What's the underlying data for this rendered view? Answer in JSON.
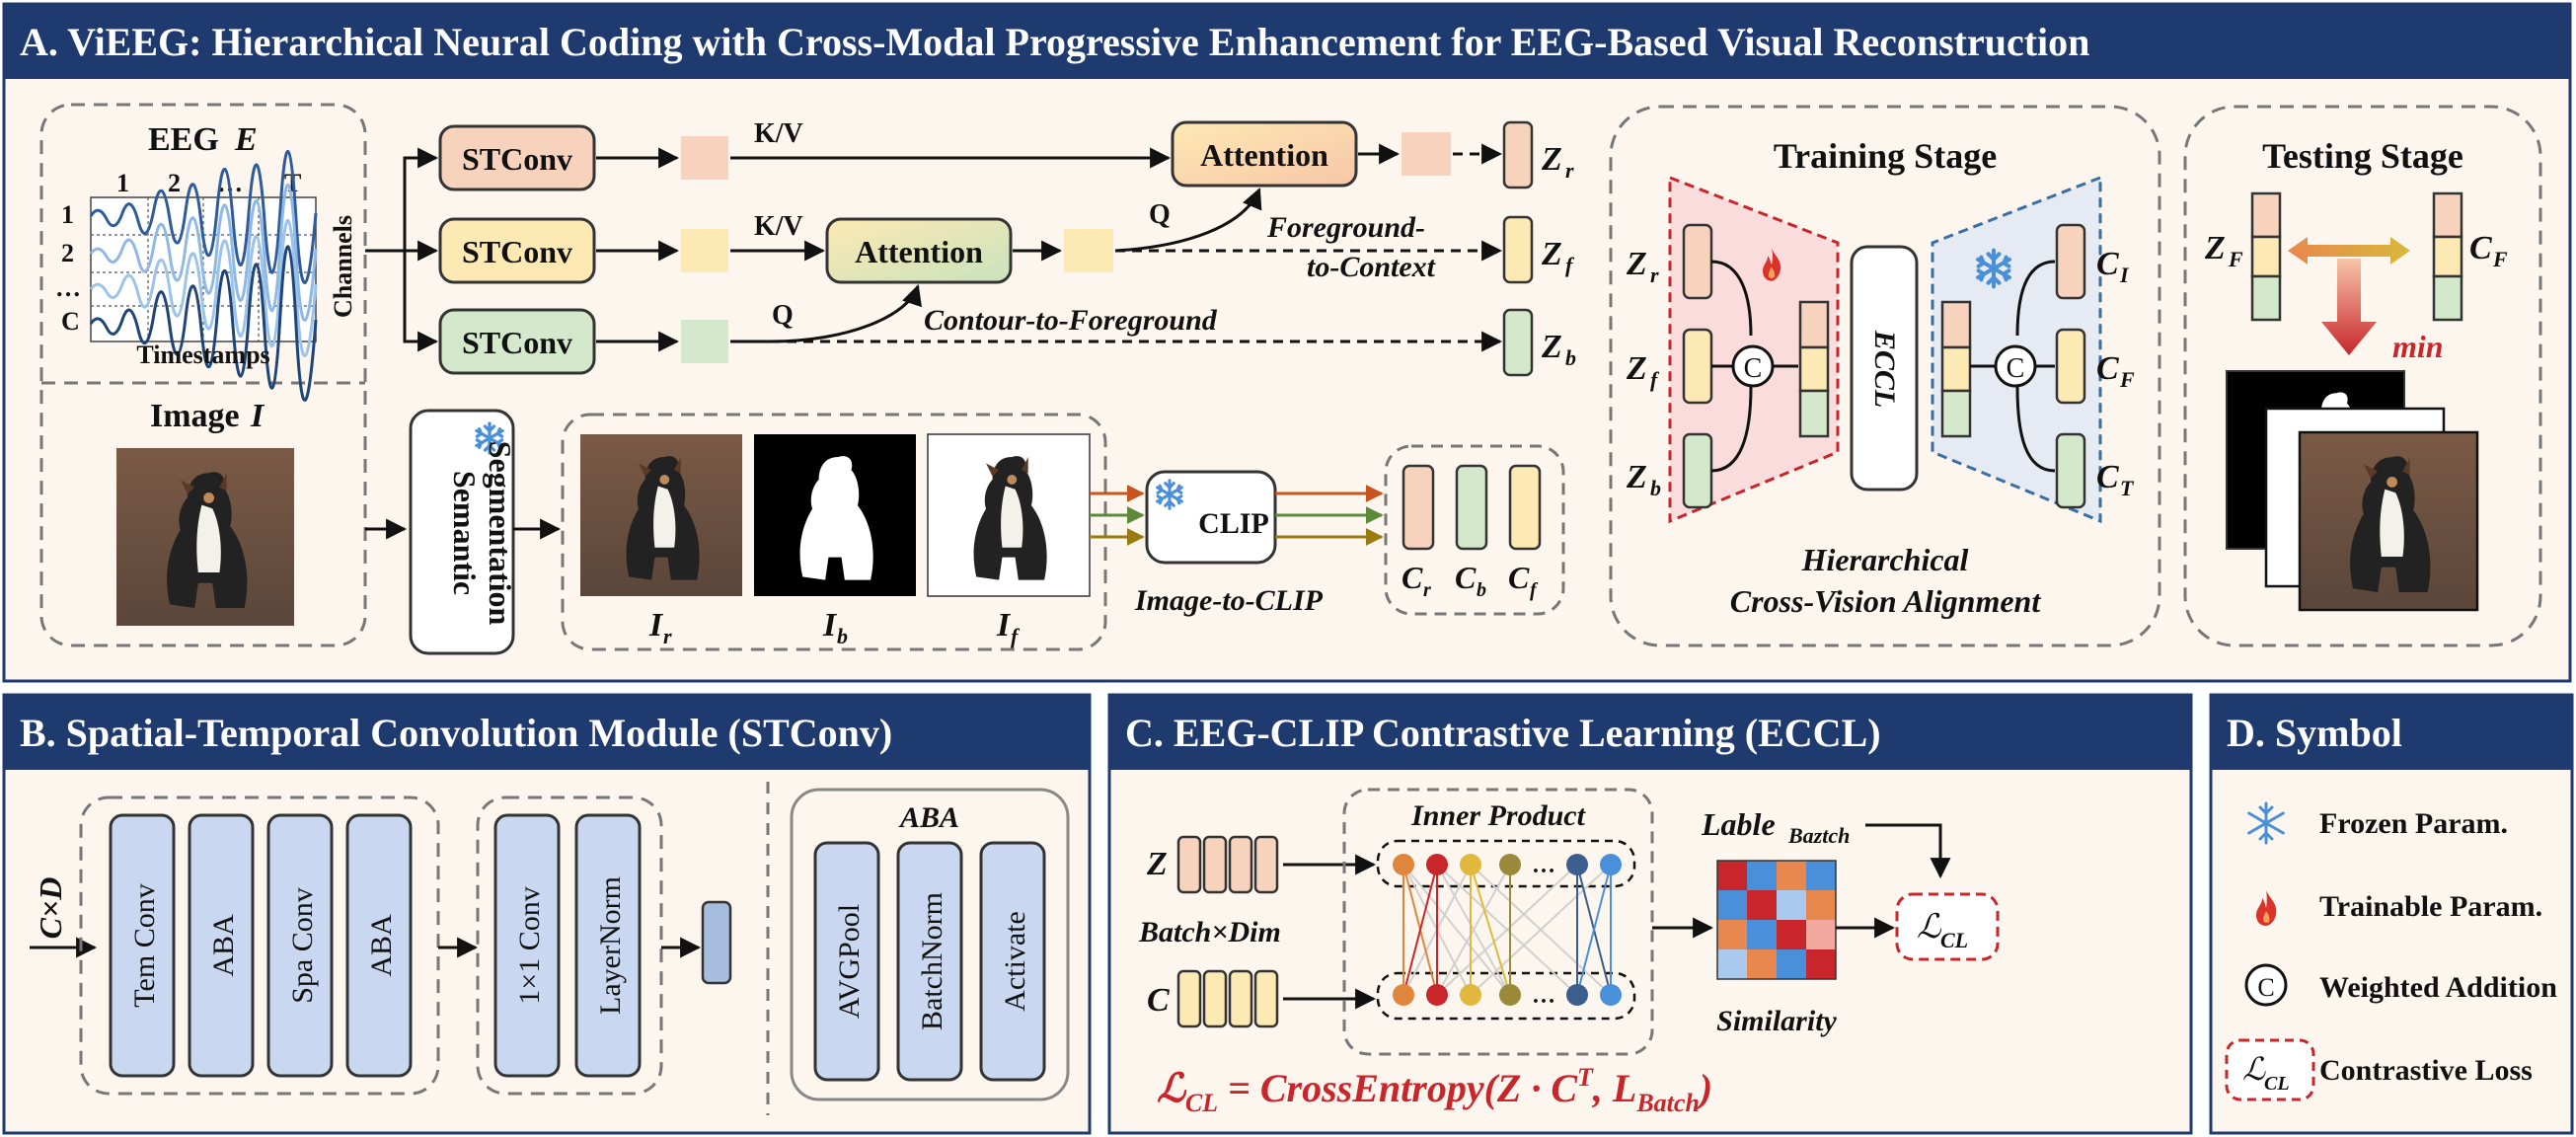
{
  "panels": {
    "a_title": "A. ViEEG: Hierarchical Neural Coding with Cross-Modal Progressive Enhancement for EEG-Based Visual Reconstruction",
    "b_title": "B. Spatial-Temporal Convolution Module (STConv)",
    "c_title": "C. EEG-CLIP Contrastive Learning (ECCL)",
    "d_title": "D. Symbol"
  },
  "eeg": {
    "title": "EEG",
    "symbol": "E",
    "cols": [
      "1",
      "2",
      "…",
      "T"
    ],
    "rows": [
      "1",
      "2",
      "…",
      "C"
    ],
    "x_label": "Timestamps",
    "y_label": "Channels"
  },
  "image": {
    "title": "Image",
    "symbol": "I"
  },
  "stconv_label": "STConv",
  "attention_label": "Attention",
  "kv_label": "K/V",
  "q_label": "Q",
  "contour_to_foreground": "Contour-to-Foreground",
  "foreground_to_context_1": "Foreground-",
  "foreground_to_context_2": "to-Context",
  "z_base": "Z",
  "z_subs": [
    "r",
    "f",
    "b"
  ],
  "segmentation": {
    "line1": "Semantic",
    "line2": "Segmentation"
  },
  "img_symbol": "I",
  "img_subs": [
    "r",
    "b",
    "f"
  ],
  "clip_label": "CLIP",
  "image_to_clip": "Image-to-CLIP",
  "c_base": "C",
  "c_subs": [
    "r",
    "b",
    "f"
  ],
  "training": {
    "title": "Training Stage",
    "eccl": "ECCL",
    "c_subs": [
      "I",
      "F",
      "T"
    ],
    "circle": "C",
    "alignment_1": "Hierarchical",
    "alignment_2": "Cross-Vision Alignment"
  },
  "testing": {
    "title": "Testing Stage",
    "zf": "Z",
    "zf_sub": "F",
    "cf": "C",
    "cf_sub": "F",
    "min": "min"
  },
  "b_panel": {
    "input": "C×D",
    "group1": [
      "Tem Conv",
      "ABA",
      "Spa Conv",
      "ABA"
    ],
    "group2": [
      "1×1 Conv",
      "LayerNorm"
    ],
    "aba_title": "ABA",
    "aba": [
      "AVGPool",
      "BatchNorm",
      "Activate"
    ]
  },
  "c_panel": {
    "z": "Z",
    "c": "C",
    "batch_dim": "Batch×Dim",
    "inner_product": "Inner Product",
    "label_base": "Lable",
    "label_sub": "Baztch",
    "similarity": "Similarity",
    "loss_symbol": "ℒ",
    "loss_sub": "CL",
    "formula_lhs": "ℒ",
    "formula_lhs_sub": "CL",
    "formula_mid": " = CrossEntropy(Z · C",
    "formula_sup": "T",
    "formula_sep": ", L",
    "formula_sub": "Batch",
    "formula_end": ")"
  },
  "d_panel": {
    "items": [
      "Frozen Param.",
      "Trainable Param.",
      "Weighted Addition",
      "Contrastive Loss"
    ],
    "circle": "C",
    "loss_symbol": "ℒ",
    "loss_sub": "CL"
  },
  "colors": {
    "header_bg": "#1f3a6e",
    "panel_bg": "#fdf6ee",
    "orange": "#f7d2bd",
    "yellow": "#fde9b3",
    "green": "#d4e8cc",
    "blue": "#c9d8f0",
    "red_dash": "#c8262b",
    "blue_dash": "#3b6ea5"
  }
}
